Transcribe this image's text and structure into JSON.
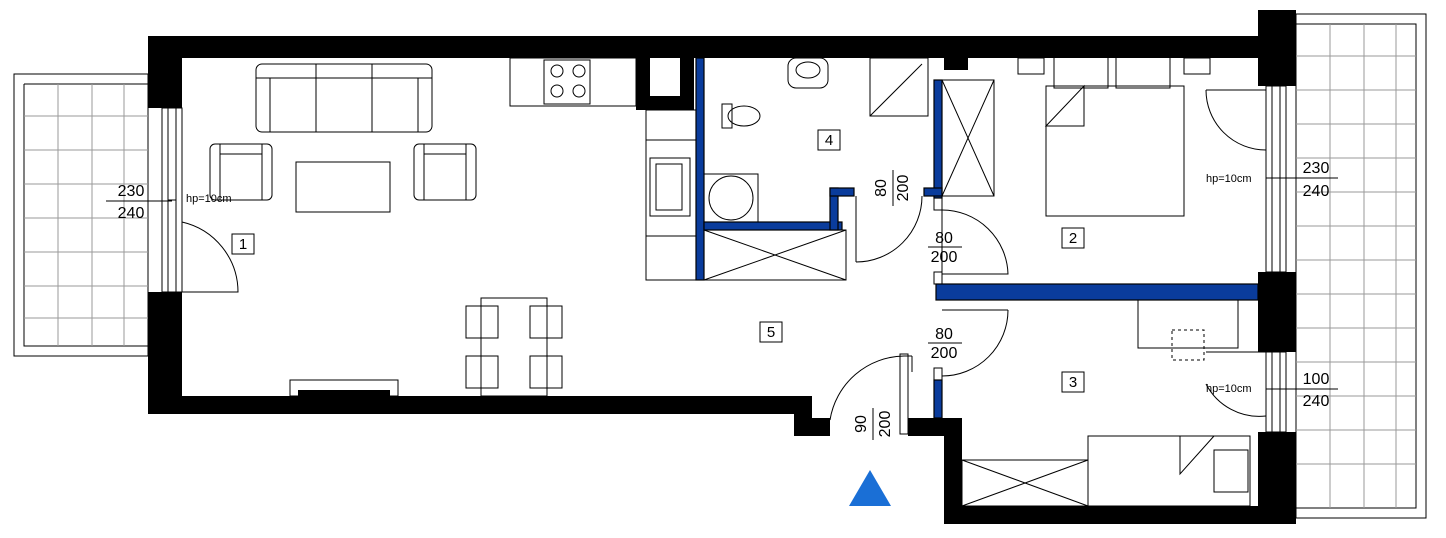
{
  "rooms": [
    {
      "id": "1"
    },
    {
      "id": "2"
    },
    {
      "id": "3"
    },
    {
      "id": "4"
    },
    {
      "id": "5"
    }
  ],
  "dims": {
    "west_window_width": "230",
    "west_window_height": "240",
    "west_window_hp": "hp=10cm",
    "ne_window_width": "230",
    "ne_window_height": "240",
    "ne_window_hp": "hp=10cm",
    "se_window_width": "100",
    "se_window_height": "240",
    "se_window_hp": "hp=10cm",
    "door_bath_width": "80",
    "door_bath_height": "200",
    "door_room2_width": "80",
    "door_room2_height": "200",
    "door_room3_width": "80",
    "door_room3_height": "200",
    "door_entry_width": "90",
    "door_entry_height": "200"
  },
  "colors": {
    "wall": "#000000",
    "installation_wall": "#0a3c9c",
    "entrance_marker": "#1a6fd6",
    "balcony_grid": "#9a9a9a"
  },
  "icons": [
    "entrance-arrow-icon"
  ]
}
